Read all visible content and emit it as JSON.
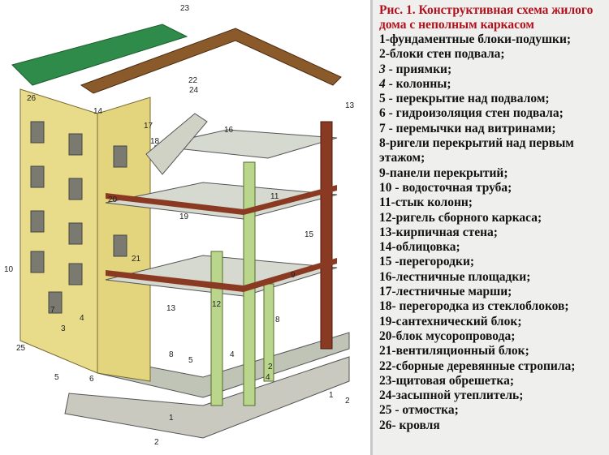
{
  "legend": {
    "title_line1": "Рис. 1. Конструктивная схема жилого",
    "title_line2": "дома с неполным каркасом",
    "items": [
      {
        "num": "1",
        "sep": "-",
        "text": "фундаментные блоки-подушки;"
      },
      {
        "num": "2",
        "sep": "-",
        "text": "блоки стен подвала;"
      },
      {
        "num": "3",
        "sep": " - ",
        "text": "приямки;",
        "italic": true
      },
      {
        "num": "4",
        "sep": " - ",
        "text": "колонны;",
        "italic": true
      },
      {
        "num": "5",
        "sep": " - ",
        "text": "перекрытие над подвалом;"
      },
      {
        "num": "6",
        "sep": " - ",
        "text": "гидроизоляция стен подвала;"
      },
      {
        "num": "7",
        "sep": " - ",
        "text": "перемычки над витринами;"
      },
      {
        "num": "8",
        "sep": "-",
        "text": "ригели перекрытий над первым"
      },
      {
        "num": "",
        "sep": "",
        "text": "этажом;"
      },
      {
        "num": "9",
        "sep": "-",
        "text": "панели перекрытий;"
      },
      {
        "num": "10",
        "sep": " - ",
        "text": "водосточная труба;"
      },
      {
        "num": "11",
        "sep": "-",
        "text": "стык колонн;"
      },
      {
        "num": "12",
        "sep": "-",
        "text": "ригель сборного каркаса;"
      },
      {
        "num": "13",
        "sep": "-",
        "text": "кирпичная стена;"
      },
      {
        "num": "14",
        "sep": "-",
        "text": "облицовка;"
      },
      {
        "num": "15",
        "sep": " -",
        "text": "перегородки;"
      },
      {
        "num": "16",
        "sep": "-",
        "text": "лестничные площадки;"
      },
      {
        "num": "17",
        "sep": "-",
        "text": "лестничные марши;"
      },
      {
        "num": "18",
        "sep": "- ",
        "text": "перегородка из стеклоблоков;"
      },
      {
        "num": "19",
        "sep": "-",
        "text": "сантехнический блок;"
      },
      {
        "num": "20",
        "sep": "-",
        "text": "блок мусоропровода;"
      },
      {
        "num": "21",
        "sep": "-",
        "text": "вентиляционный блок;"
      },
      {
        "num": "22",
        "sep": "-",
        "text": "сборные деревянные стропила;"
      },
      {
        "num": "23",
        "sep": "-",
        "text": "щитовая обрешетка;"
      },
      {
        "num": "24",
        "sep": "-",
        "text": "засыпной утеплитель;"
      },
      {
        "num": "25",
        "sep": " - ",
        "text": "отмостка;"
      },
      {
        "num": "26",
        "sep": "- ",
        "text": "кровля"
      }
    ]
  },
  "illustration": {
    "callouts": [
      "23",
      "22",
      "24",
      "26",
      "14",
      "13",
      "17",
      "18",
      "16",
      "11",
      "20",
      "19",
      "15",
      "21",
      "10",
      "9",
      "12",
      "13",
      "7",
      "4",
      "3",
      "8",
      "25",
      "8",
      "4",
      "5",
      "4",
      "2",
      "5",
      "6",
      "1",
      "2",
      "1",
      "2"
    ],
    "colors": {
      "roof": "#2e8b4a",
      "brick": "#e8dc8a",
      "column": "#b9d68c",
      "beam": "#8a3a22",
      "slab": "#d6d9cf"
    }
  }
}
